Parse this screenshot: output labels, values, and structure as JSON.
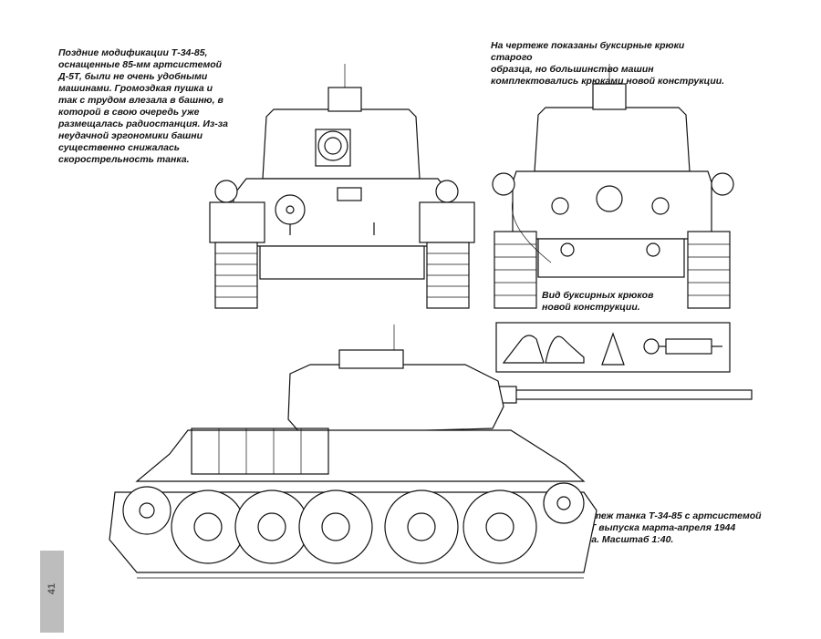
{
  "captions": {
    "left": "Поздние модификации Т-34-85,\nоснащенные 85-мм артсистемой\nД-5Т, были не очень удобными\nмашинами. Громоздкая пушка и\nтак с трудом влезала в башню, в\nкоторой в свою очередь уже\nразмещалась радиостанция. Из-за\nнеудачной эргономики башни\nсущественно снижалась\nскорострельность танка.",
    "right": "На чертеже показаны буксирные крюки старого\nобразца, но большинство машин\nкомплектовались крюками новой конструкции.",
    "hooks": "Вид буксирных крюков\nновой конструкции.",
    "bottom": "Чертеж танка Т-34-85 с артсистемой\nД-5Т выпуска марта-апреля 1944\nгода. Масштаб 1:40."
  },
  "page_number": "41"
}
